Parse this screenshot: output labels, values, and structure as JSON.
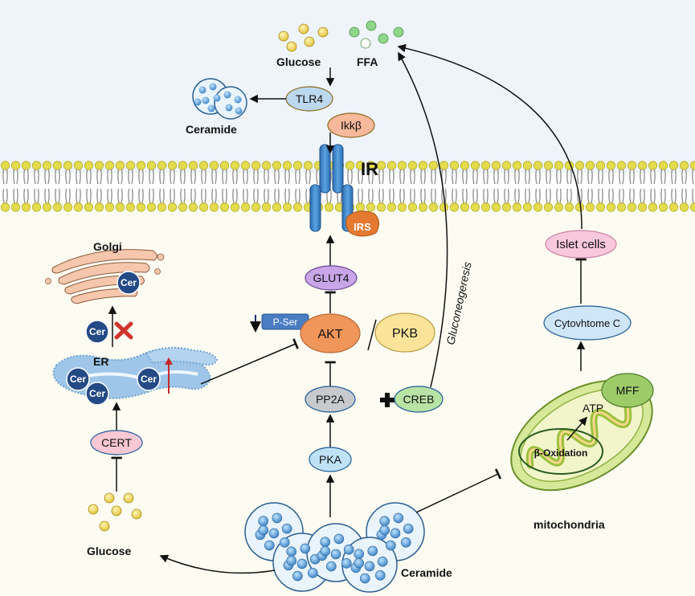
{
  "extracellular": {
    "glucose": "Glucose",
    "ffa": "FFA",
    "ceramide": "Ceramide",
    "tlr4": "TLR4",
    "ikkb": "Ikkβ",
    "ir": "IR",
    "irs": "IRS"
  },
  "organelles": {
    "golgi": "Golgi",
    "er": "ER",
    "cer": "Cer",
    "mitochondria": "mitochondria",
    "atp": "ATP",
    "beta_oxidation": "β-Oxidation"
  },
  "proteins": {
    "glut4": "GLUT4",
    "pser": "P-Ser",
    "akt": "AKT",
    "pkb": "PKB",
    "pp2a": "PP2A",
    "creb": "CREB",
    "pka": "PKA",
    "cert": "CERT",
    "islet_cells": "Islet cells",
    "cytochrome_c": "Cytovhtome C",
    "mff": "MFF"
  },
  "intracellular": {
    "glucose": "Glucose",
    "ceramide": "Ceramide"
  },
  "processes": {
    "gluconeogenesis": "Gluconeogeresis"
  },
  "colors": {
    "extracellular_bg": "#eef4fa",
    "cytoplasm_bg": "#fdfcf2",
    "akt": "#f0965a",
    "glut4": "#c9a6e8",
    "pkb": "#fbe49a",
    "pp2a": "#c8cacd",
    "creb": "#b9e2a5",
    "pka": "#bfe2f7",
    "cert": "#f8c8d4",
    "islet": "#f9c8dc",
    "cytochrome": "#cfe6f8",
    "mff": "#9ccb68",
    "receptor": "#3a7cc2",
    "irs": "#e47a2f",
    "inhibition_x": "#d0342c"
  }
}
